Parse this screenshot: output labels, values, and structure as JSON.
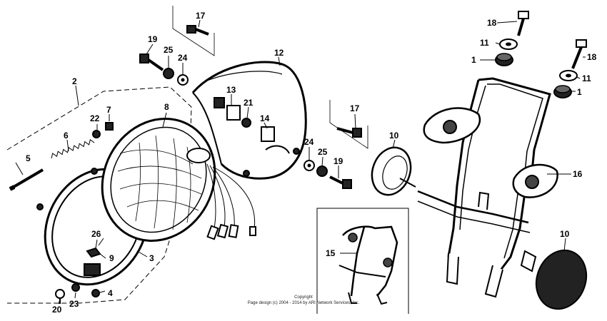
{
  "copyright": {
    "line1": "Copyright",
    "line2": "Page design (c) 2004 - 2014 by ARI Network Services, Inc."
  },
  "callouts": {
    "c1a": "1",
    "c1b": "1",
    "c2": "2",
    "c3": "3",
    "c4": "4",
    "c5": "5",
    "c6": "6",
    "c7": "7",
    "c8": "8",
    "c9": "9",
    "c10a": "10",
    "c10b": "10",
    "c11a": "11",
    "c11b": "11",
    "c12": "12",
    "c13": "13",
    "c14": "14",
    "c15": "15",
    "c16": "16",
    "c17a": "17",
    "c17b": "17",
    "c18a": "18",
    "c18b": "18",
    "c19a": "19",
    "c19b": "19",
    "c20": "20",
    "c21": "21",
    "c22": "22",
    "c23": "23",
    "c24a": "24",
    "c24b": "24",
    "c25a": "25",
    "c25b": "25",
    "c26": "26"
  }
}
